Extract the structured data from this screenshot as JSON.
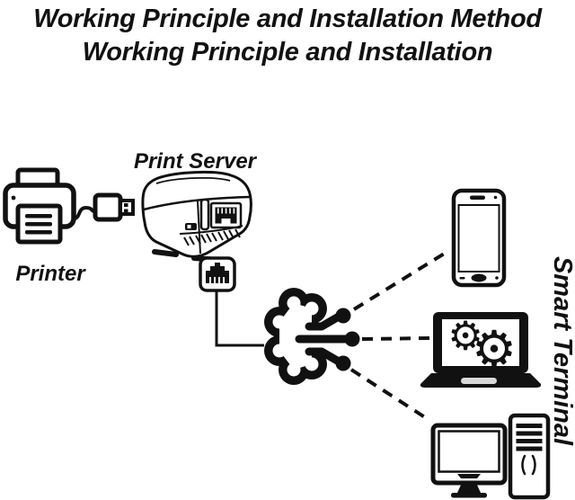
{
  "title": {
    "line1": "Working Principle and Installation Method",
    "line2": "Working Principle and Installation"
  },
  "labels": {
    "printer": "Printer",
    "print_server": "Print Server",
    "smart_terminal": "Smart Terminal"
  },
  "icons": {
    "gear_glyph": "⚙",
    "printer": "svg-shape",
    "usb_plug": "svg-shape",
    "print_server": "svg-shape",
    "ethernet_connector": "svg-shape",
    "cloud_network": "svg-shape",
    "smartphone": "svg-shape",
    "laptop": "svg-shape",
    "desktop_computer": "svg-shape"
  },
  "colors": {
    "ink": "#111111",
    "background": "#ffffff"
  }
}
